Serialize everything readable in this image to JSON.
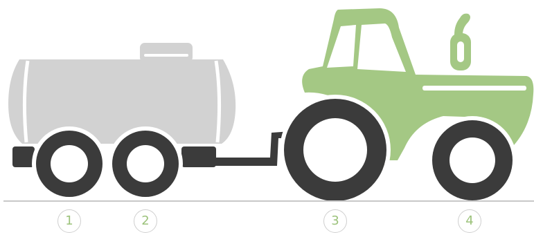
{
  "diagram": {
    "colors": {
      "tank": "#d2d2d2",
      "tractor": "#a4c884",
      "wheel": "#3b3b3b",
      "hitch": "#3b3b3b",
      "ground": "#c8c8c8",
      "marker_text": "#9bc27a",
      "marker_border": "#cfcfcf"
    },
    "axle_markers": [
      {
        "label": "1"
      },
      {
        "label": "2"
      },
      {
        "label": "3"
      },
      {
        "label": "4"
      }
    ]
  }
}
